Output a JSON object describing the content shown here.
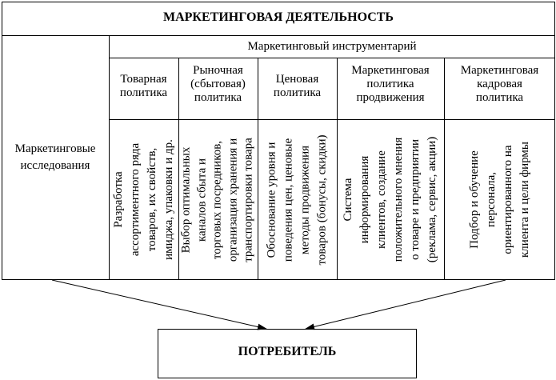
{
  "header": {
    "title": "МАРКЕТИНГОВАЯ ДЕЯТЕЛЬНОСТЬ"
  },
  "research": {
    "label_line1": "Маркетинговые",
    "label_line2": "исследования"
  },
  "toolkit": {
    "title": "Маркетинговый инструментарий"
  },
  "columns": [
    {
      "header": [
        "Товарная",
        "политика"
      ],
      "body": [
        "Разработка",
        "ассортиментного ряда",
        "товаров, их свойств,",
        "имиджа, упаковки и др."
      ]
    },
    {
      "header": [
        "Рыночная",
        "(сбытовая)",
        "политика"
      ],
      "body": [
        "Выбор оптимальных",
        "каналов сбыта и",
        "торговых посредников,",
        "организация хранения и",
        "транспортировки товара"
      ]
    },
    {
      "header": [
        "Ценовая",
        "политика"
      ],
      "body": [
        "Обоснование уровня и",
        "поведения цен, ценовые",
        "методы продвижения",
        "товаров (бонусы, скидки)"
      ]
    },
    {
      "header": [
        "Маркетинговая",
        "политика",
        "продвижения"
      ],
      "body": [
        "Система",
        "информирования",
        "клиентов, создание",
        "положительного мнения",
        "о товаре и предприятии",
        "(реклама, сервис, акции)"
      ]
    },
    {
      "header": [
        "Маркетинговая",
        "кадровая",
        "политика"
      ],
      "body": [
        "Подбор и обучение",
        "персонала,",
        "ориентированного на",
        "клиента и цели фирмы"
      ]
    }
  ],
  "consumer": {
    "label": "ПОТРЕБИТЕЛЬ"
  }
}
